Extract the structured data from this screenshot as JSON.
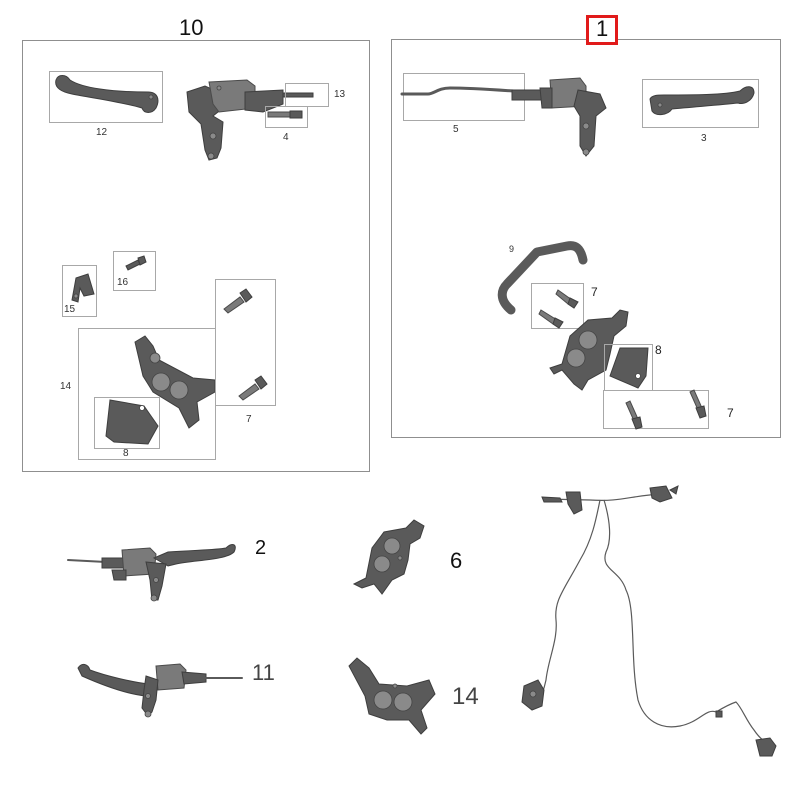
{
  "diagram": {
    "type": "exploded-parts-diagram",
    "subject": "hydraulic brake system components"
  },
  "groups": [
    {
      "id": "group-10",
      "title": "10",
      "highlighted": false,
      "callouts": [
        "12",
        "13",
        "4",
        "16",
        "15",
        "14",
        "7",
        "8"
      ]
    },
    {
      "id": "group-1",
      "title": "1",
      "highlighted": true,
      "highlight_color": "#e11a1a",
      "callouts": [
        "5",
        "3",
        "9",
        "7",
        "8",
        "7"
      ]
    }
  ],
  "labels": {
    "g10_title": "10",
    "g10_lever": "12",
    "g10_pushrod": "13",
    "g10_pin": "4",
    "g10_bolt": "16",
    "g10_bracket": "15",
    "g10_caliper": "14",
    "g10_bolts": "7",
    "g10_pad": "8",
    "g1_title": "1",
    "g1_hose": "5",
    "g1_lever": "3",
    "g1_line": "9",
    "g1_bolts_top": "7",
    "g1_pad": "8",
    "g1_bolts_bottom": "7",
    "loose_master_right": "2",
    "loose_caliper_front": "6",
    "loose_master_left": "11",
    "loose_caliper_rear": "14"
  },
  "colors": {
    "part_fill": "#5a5a5a",
    "box_border": "#8f8f8f",
    "highlight": "#e11a1a"
  }
}
